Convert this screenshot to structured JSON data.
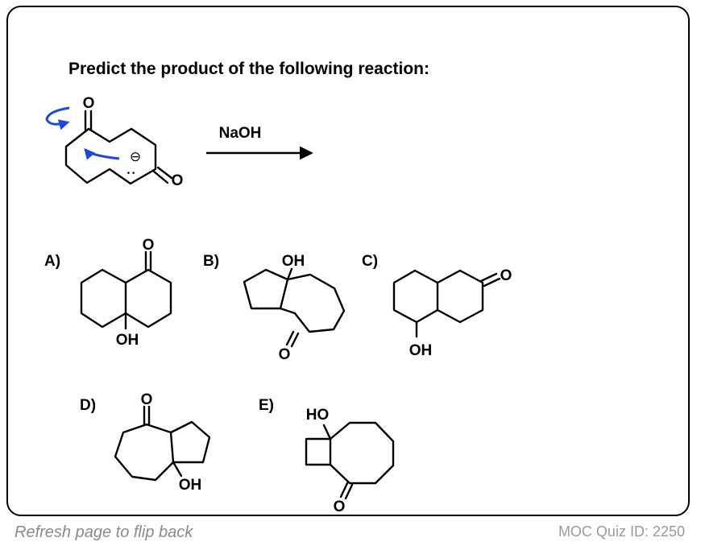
{
  "question": "Predict the product of the following reaction:",
  "reagent": "NaOH",
  "atoms": {
    "oxygen": "O",
    "hydroxyl": "OH",
    "hydroxyl_left": "HO",
    "minus": "⊖",
    "lone_pair": "••"
  },
  "options": [
    {
      "letter": "A)"
    },
    {
      "letter": "B)"
    },
    {
      "letter": "C)"
    },
    {
      "letter": "D)"
    },
    {
      "letter": "E)"
    }
  ],
  "colors": {
    "arrow": "#1f47e0",
    "text": "#000000",
    "footer": "#8a8a8a"
  },
  "footer": {
    "hint": "Refresh page to flip back",
    "quiz_id": "MOC Quiz ID: 2250"
  }
}
